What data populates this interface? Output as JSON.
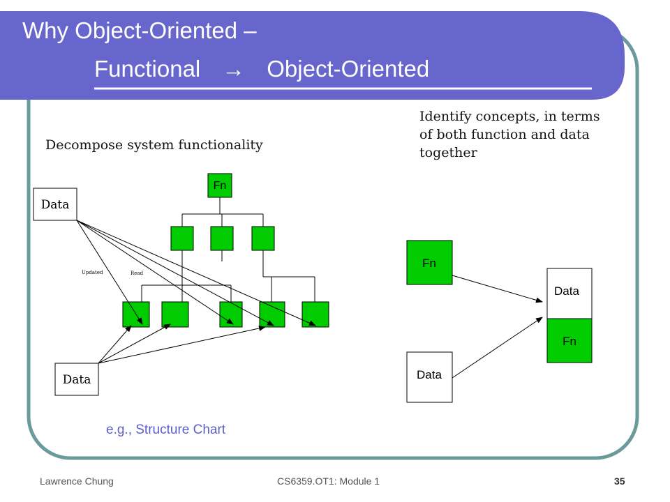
{
  "title": {
    "line1": "Why Object-Oriented –",
    "line2_left": "Functional",
    "line2_arrow": "→",
    "line2_right": "Object-Oriented"
  },
  "left_heading": "Decompose system functionality",
  "right_heading": "Identify concepts, in terms of both function and data together",
  "structure_chart": {
    "top_node_label": "Fn",
    "data_box_1_label": "Data",
    "data_box_2_label": "Data",
    "edge_label_updated": "Updated",
    "edge_label_read": "Read"
  },
  "object_diagram": {
    "fn_box_label": "Fn",
    "data_box_label": "Data",
    "object_data_label": "Data",
    "object_fn_label": "Fn"
  },
  "example_caption": "e.g., Structure Chart",
  "footer": {
    "author": "Lawrence Chung",
    "course": "CS6359.OT1: Module 1",
    "page": "35"
  },
  "colors": {
    "title_band": "#6666cc",
    "frame_border": "#6a9a9a",
    "fn_green": "#00cc00",
    "caption_blue": "#5b5fc7"
  }
}
